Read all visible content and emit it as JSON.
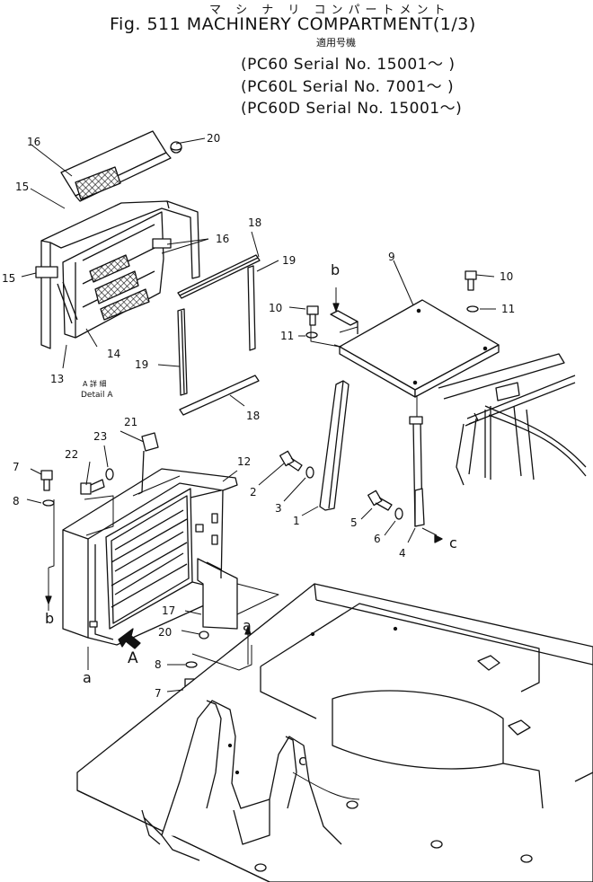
{
  "header": {
    "jp_title": "マ シ ナ リ コンパートメント",
    "figure_title": "Fig. 511 MACHINERY COMPARTMENT(1/3)",
    "applicability_label": "適用号機",
    "serials": [
      "(PC60   Serial No. 15001～ )",
      "(PC60L  Serial No. 7001～ )",
      "(PC60D  Serial No. 15001～)"
    ]
  },
  "detail": {
    "label_jp": "A 詳 細",
    "label_en": "Detail A"
  },
  "view_arrow_label": "A",
  "reference_letters": {
    "a": "a",
    "b": "b",
    "c": "c"
  },
  "callouts": [
    "1",
    "2",
    "3",
    "4",
    "5",
    "6",
    "7",
    "8",
    "9",
    "10",
    "11",
    "12",
    "13",
    "14",
    "15",
    "16",
    "17",
    "18",
    "19",
    "20",
    "21",
    "22",
    "23"
  ]
}
